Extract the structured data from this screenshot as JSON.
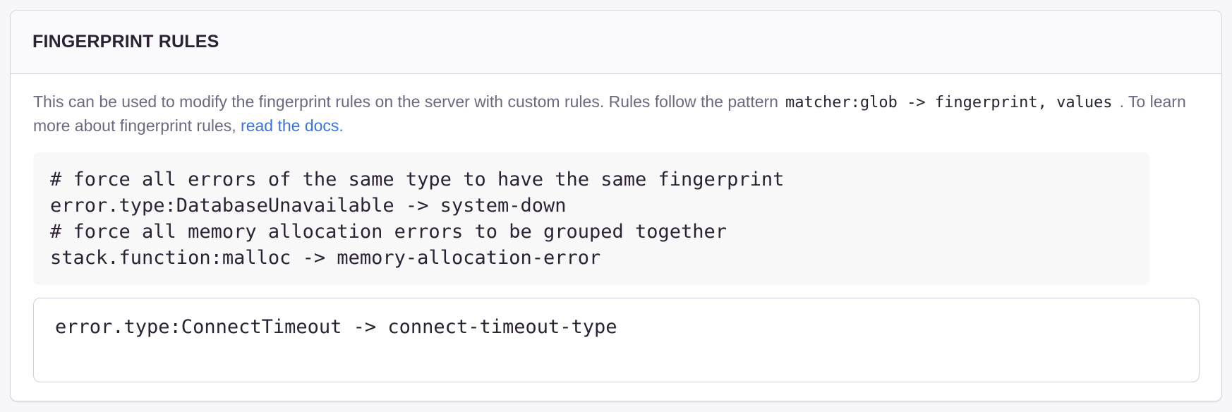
{
  "panel": {
    "title": "FINGERPRINT RULES",
    "description": {
      "text_before": "This can be used to modify the fingerprint rules on the server with custom rules. Rules follow the pattern",
      "inline_code": "matcher:glob -> fingerprint, values",
      "text_middle": ". To learn more about fingerprint rules, ",
      "link_label": "read the docs",
      "text_after": "."
    },
    "example_rules": "# force all errors of the same type to have the same fingerprint\nerror.type:DatabaseUnavailable -> system-down\n# force all memory allocation errors to be grouped together\nstack.function:malloc -> memory-allocation-error",
    "rules_input": {
      "value": "error.type:ConnectTimeout -> connect-timeout-type"
    }
  },
  "colors": {
    "link_blue": "#3c74dd",
    "description_text": "#6f6880",
    "code_text": "#2b2233",
    "panel_border": "#d6d3dd",
    "panel_header_background": "#faf9fb",
    "pre_background": "#f8f8f8",
    "page_background": "#f7f6f8"
  }
}
